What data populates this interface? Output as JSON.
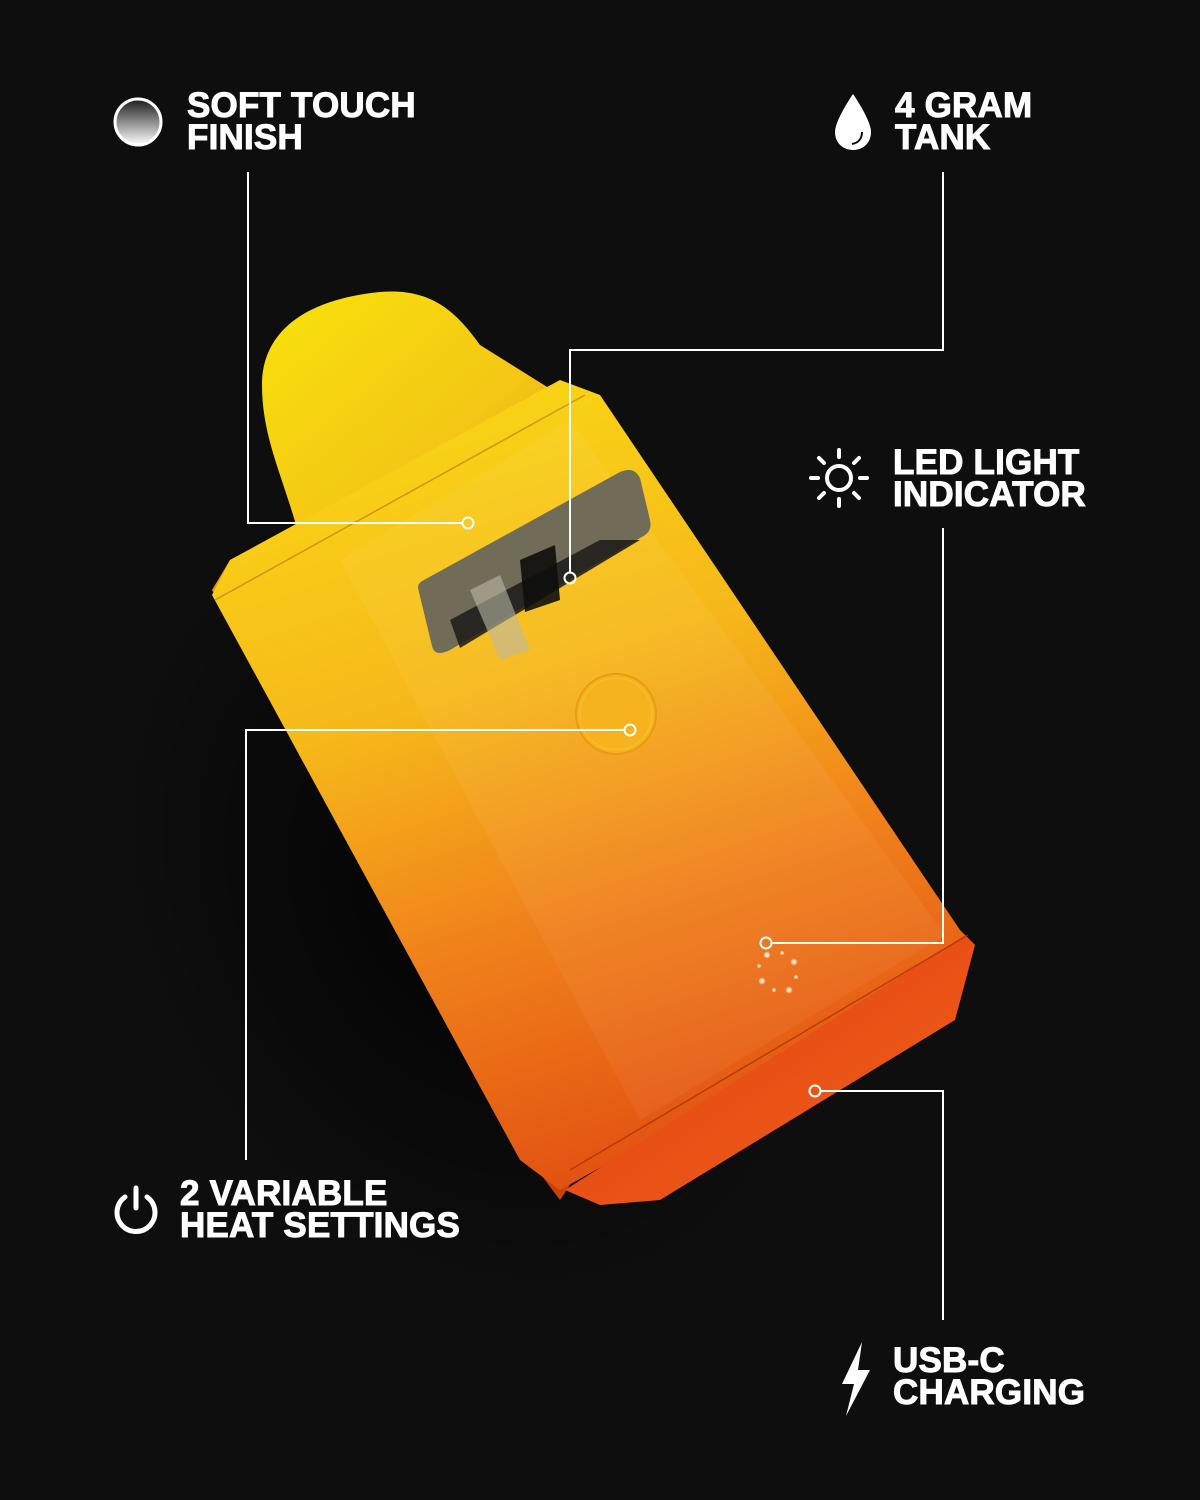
{
  "background_color": "#0e0e0e",
  "device": {
    "gradient_top": "#f7d21a",
    "gradient_mid": "#f4a21c",
    "gradient_bottom": "#e44a12",
    "base_color": "#ee5a1c",
    "window_color": "#6e6a55",
    "led_dot_count": 8
  },
  "callouts": [
    {
      "id": "soft-touch-finish",
      "icon": "gradient-circle-icon",
      "line1": "SOFT TOUCH",
      "line2": "FINISH"
    },
    {
      "id": "gram-tank",
      "icon": "droplet-icon",
      "line1": "4 GRAM",
      "line2": "TANK"
    },
    {
      "id": "led-light-indicator",
      "icon": "sun-icon",
      "line1": "LED LIGHT",
      "line2": "INDICATOR"
    },
    {
      "id": "variable-heat-settings",
      "icon": "power-icon",
      "line1": "2 VARIABLE",
      "line2": "HEAT SETTINGS"
    },
    {
      "id": "usb-c-charging",
      "icon": "lightning-bolt-icon",
      "line1": "USB-C",
      "line2": "CHARGING"
    }
  ],
  "leader_line_color": "#ffffff"
}
